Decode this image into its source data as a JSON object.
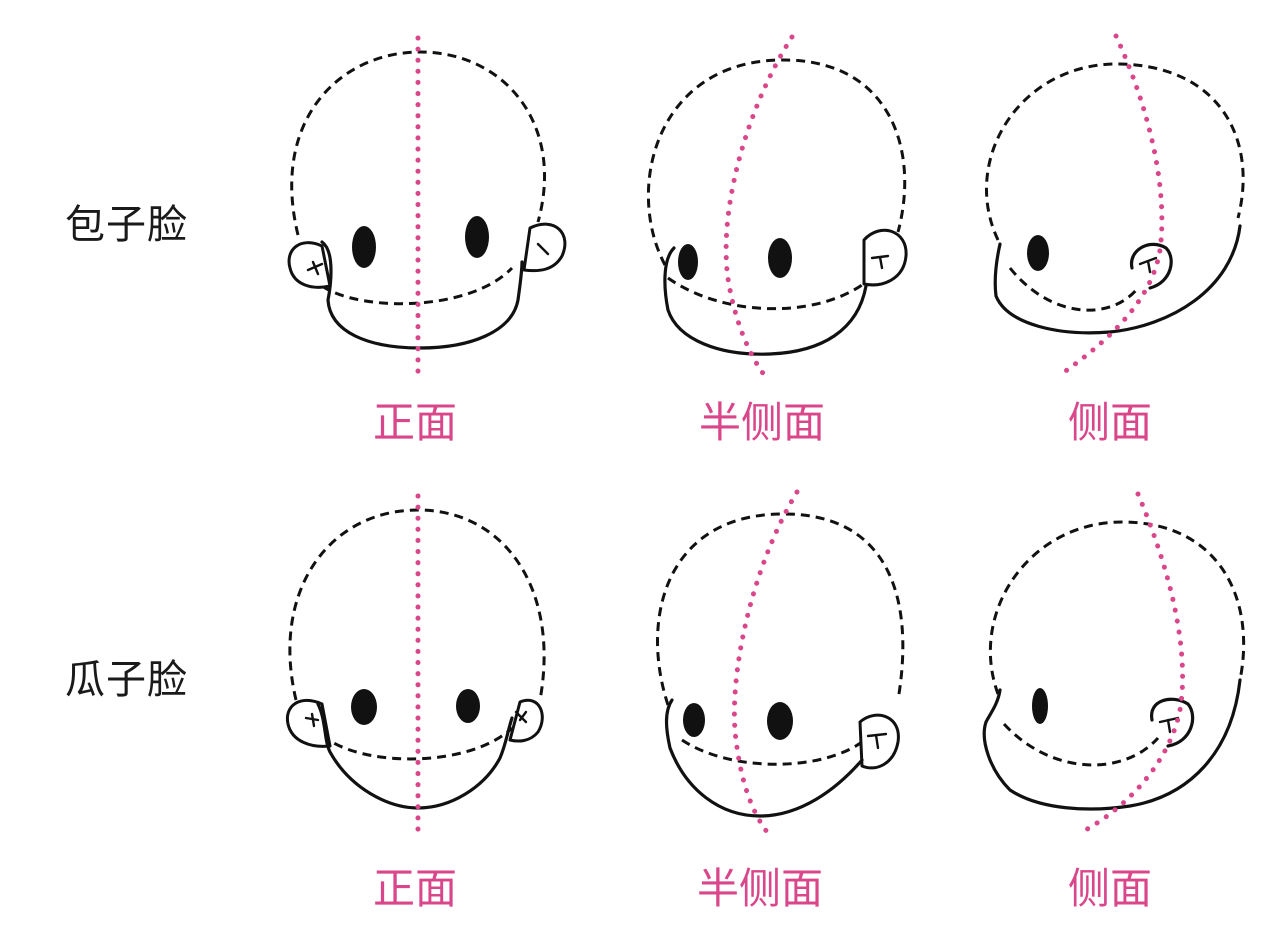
{
  "accent_color": "#d9478a",
  "rows": [
    {
      "label": "包子脸",
      "views": [
        {
          "label": "正面"
        },
        {
          "label": "半侧面"
        },
        {
          "label": "侧面"
        }
      ]
    },
    {
      "label": "瓜子脸",
      "views": [
        {
          "label": "正面"
        },
        {
          "label": "半侧面"
        },
        {
          "label": "侧面"
        }
      ]
    }
  ]
}
